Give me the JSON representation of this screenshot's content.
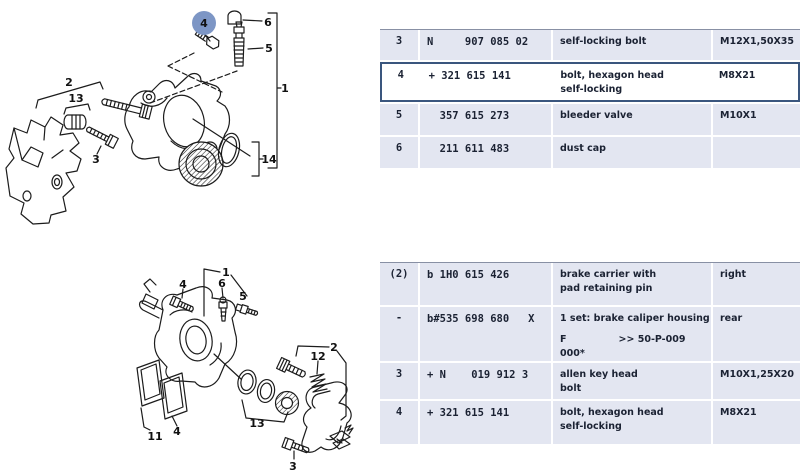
{
  "page": {
    "type": "parts-catalog-illustration-page",
    "background": "#ffffff"
  },
  "colors": {
    "row_background": "#e3e6f1",
    "selected_row_background": "#ffffff",
    "selected_row_border": "#3a567e",
    "table_top_border": "#8890a4",
    "text": "#1b2233",
    "highlight_circle": "#7d96c5",
    "diagram_line": "#1c1c1c"
  },
  "diagrams": {
    "front": {
      "name": "front-brake-caliper-exploded-view",
      "highlighted_callout": "4",
      "callouts": {
        "c1": "1",
        "c2": "2",
        "c3": "3",
        "c4": "4",
        "c5": "5",
        "c6": "6",
        "c13": "13",
        "c14": "14"
      }
    },
    "rear": {
      "name": "rear-brake-caliper-exploded-view",
      "callouts": {
        "c1": "1",
        "c2": "2",
        "c3": "3",
        "c4": "4",
        "c4b": "4",
        "c5": "5",
        "c6": "6",
        "c11": "11",
        "c12": "12",
        "c13": "13"
      }
    }
  },
  "tables": {
    "upper": {
      "rows": [
        {
          "pos": "3",
          "part": "N     907 085 02",
          "desc1": "self-locking bolt",
          "desc2": "",
          "dim": "M12X1,50X35",
          "selected": false
        },
        {
          "pos": "4",
          "part": "+ 321 615 141",
          "desc1": "bolt, hexagon head",
          "desc2": "self-locking",
          "dim": "M8X21",
          "selected": true
        },
        {
          "pos": "5",
          "part": "  357 615 273",
          "desc1": "bleeder valve",
          "desc2": "",
          "dim": "M10X1",
          "selected": false
        },
        {
          "pos": "6",
          "part": "  211 611 483",
          "desc1": "dust cap",
          "desc2": "",
          "dim": "",
          "selected": false
        }
      ]
    },
    "lower": {
      "rows": [
        {
          "pos": "(2)",
          "part": "b 1H0 615 426",
          "desc1": "brake carrier with",
          "desc2": "pad retaining pin",
          "dim": "right",
          "selected": false
        },
        {
          "pos": "-",
          "part": "b#535 698 680   X",
          "desc1": "1 set: brake caliper housing",
          "note_label": "F",
          "note_value": ">> 50-P-009 000*",
          "dim": "rear",
          "selected": false
        },
        {
          "pos": "3",
          "part": "+ N    019 912 3",
          "desc1": "allen key head",
          "desc2": "bolt",
          "dim": "M10X1,25X20",
          "selected": false
        },
        {
          "pos": "4",
          "part": "+ 321 615 141",
          "desc1": "bolt, hexagon head",
          "desc2": "self-locking",
          "dim": "M8X21",
          "selected": false
        }
      ]
    }
  }
}
